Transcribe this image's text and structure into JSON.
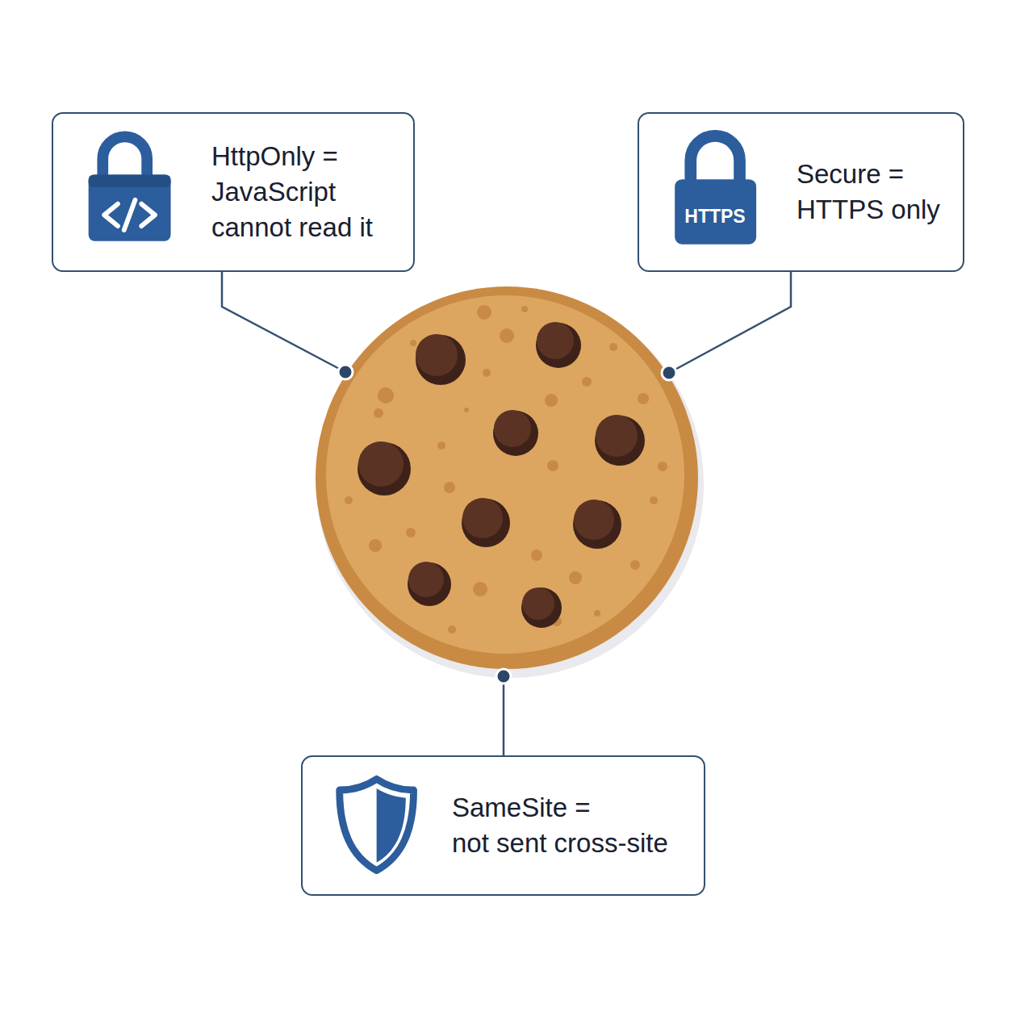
{
  "diagram": {
    "nodes": [
      {
        "text": [
          "HttpOnly = JavaScript cannot read it"
        ]
      },
      {
        "text": [
          "Secure = HTTPS only"
        ]
      },
      {
        "text": [
          "SameSite = not sent cross-site"
        ]
      }
    ],
    "labels": [
      "HTTPS"
    ]
  }
}
